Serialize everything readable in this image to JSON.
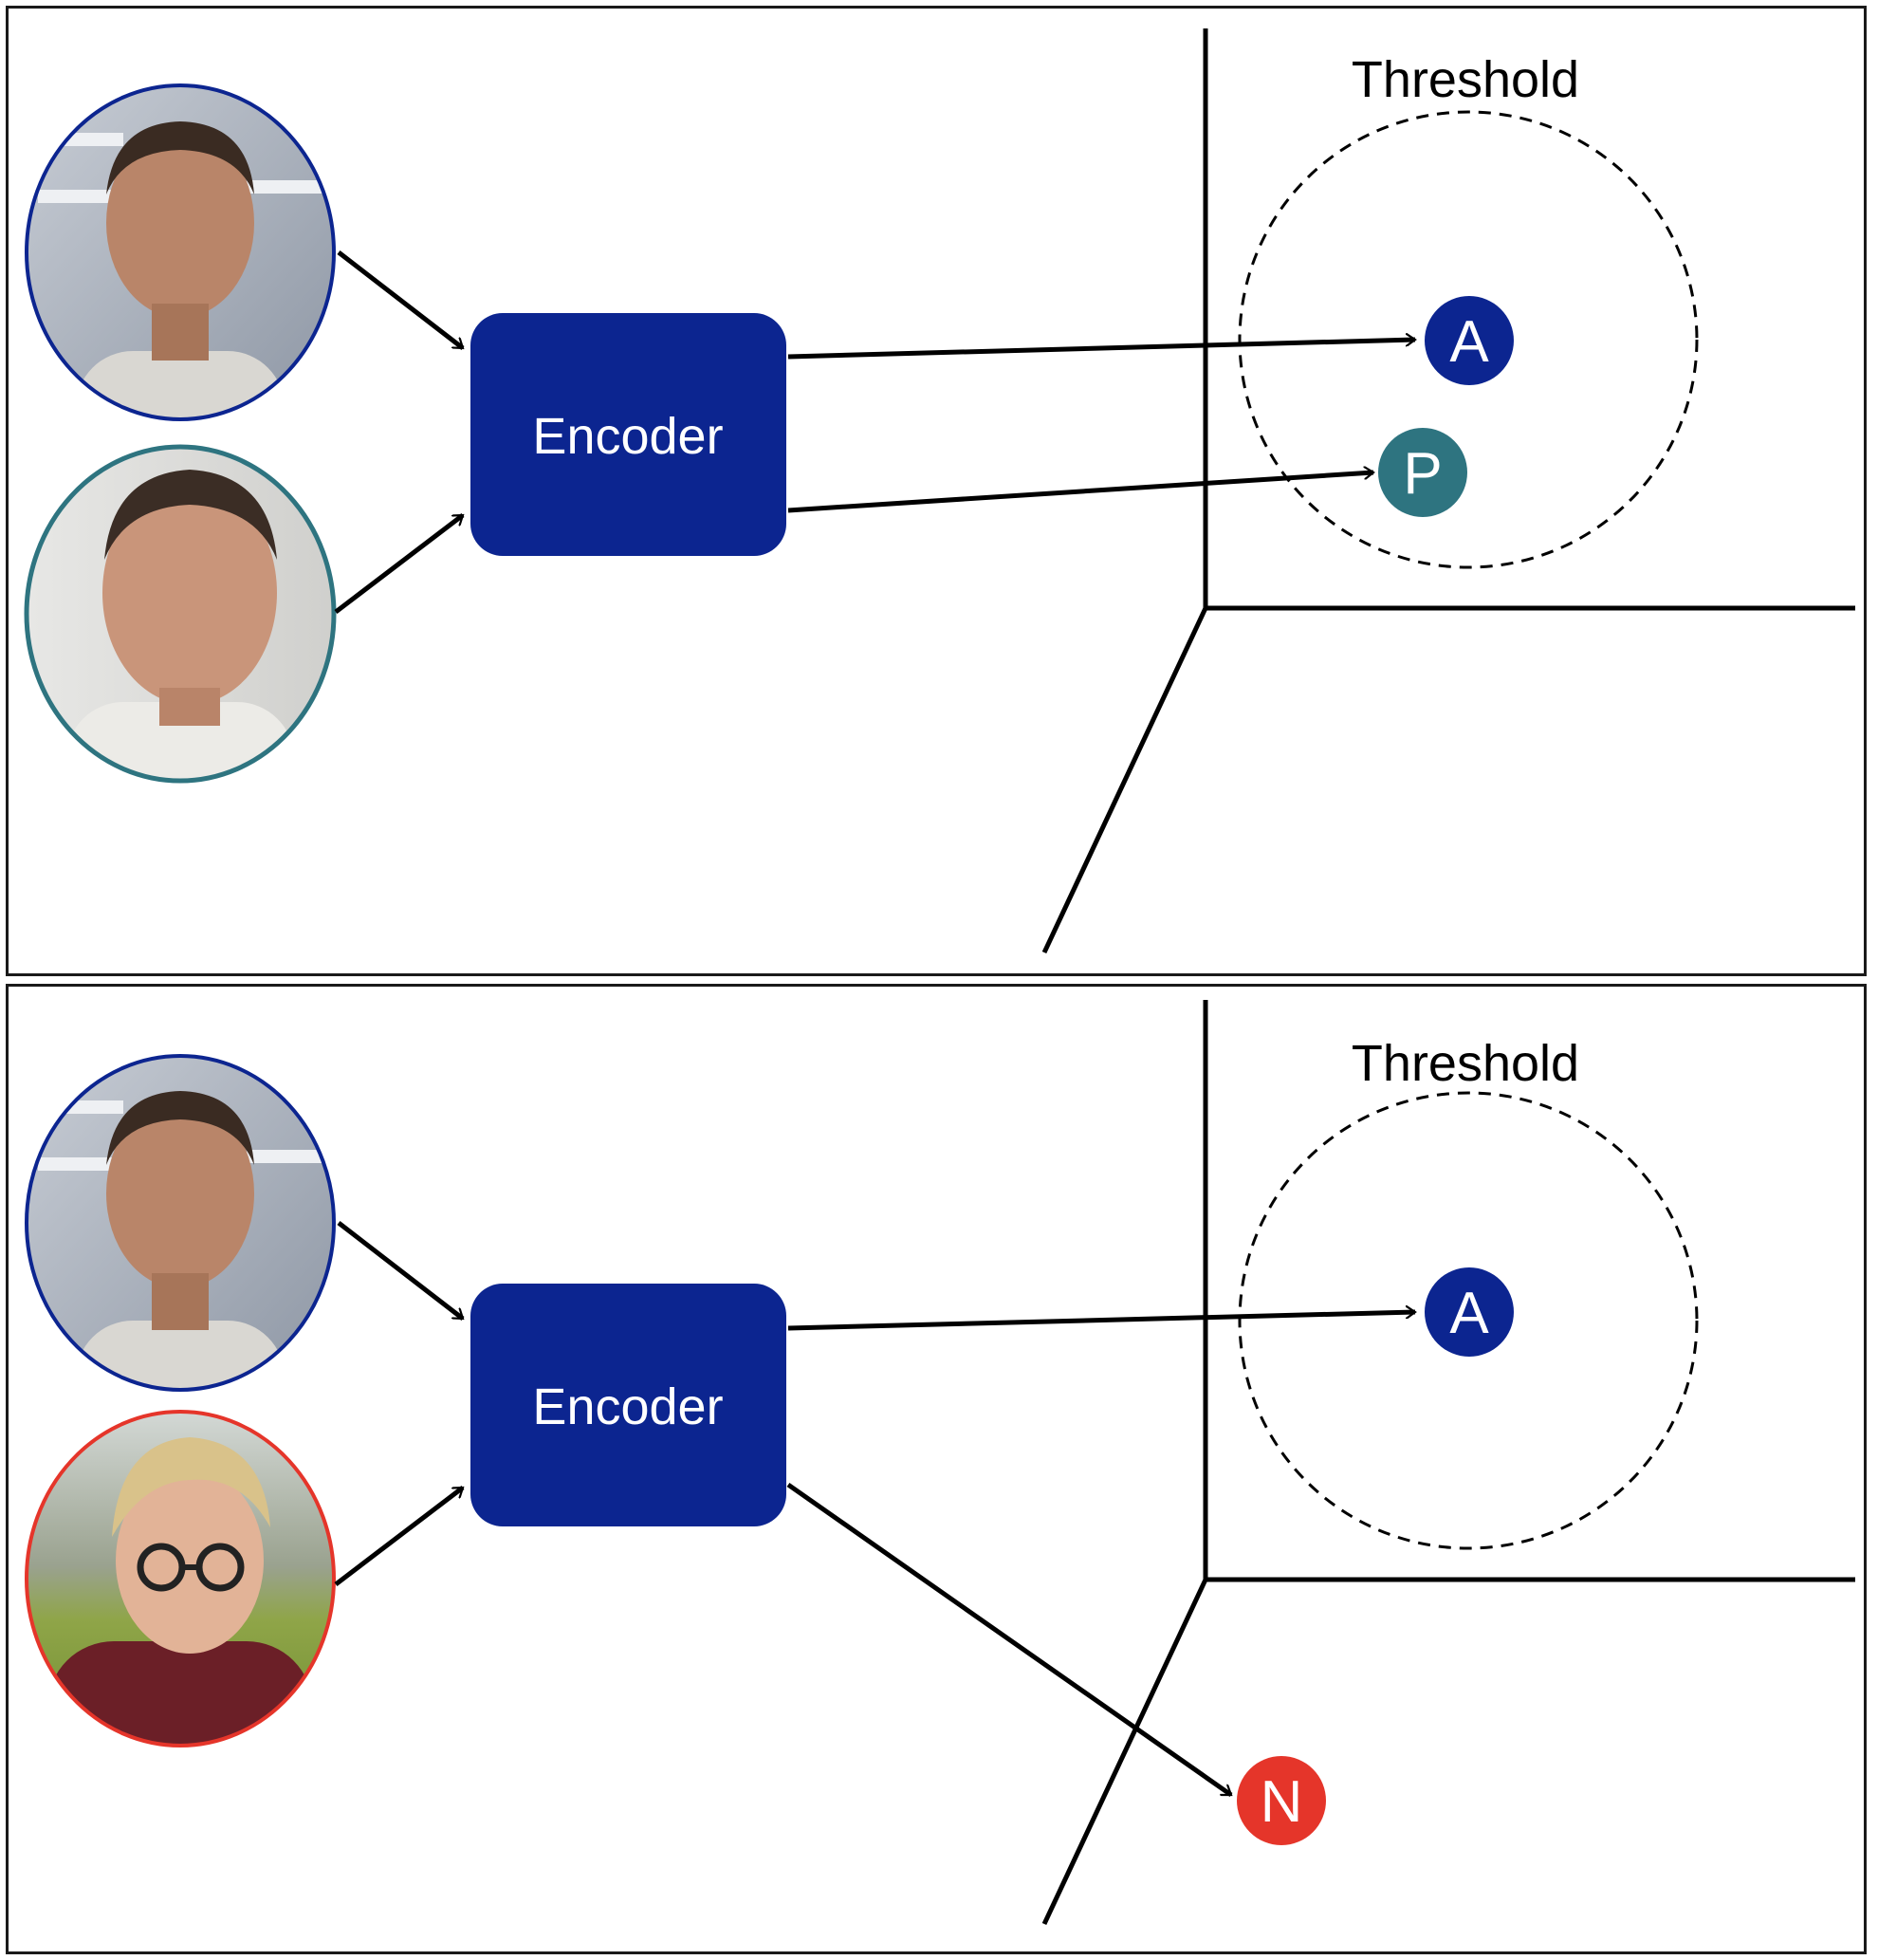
{
  "colors": {
    "encoder": "#0c2590",
    "anchor": "#0c2590",
    "positive": "#2e7480",
    "negative": "#e5352a",
    "line": "#000000"
  },
  "panels": [
    {
      "id": "positive-pair",
      "encoder_label": "Encoder",
      "threshold_label": "Threshold",
      "inputs": [
        {
          "role": "anchor",
          "border": "#0c2590",
          "icon": "face-photo-anchor"
        },
        {
          "role": "positive",
          "border": "#2e7480",
          "icon": "face-photo-positive"
        }
      ],
      "points": [
        {
          "label": "A",
          "role": "anchor"
        },
        {
          "label": "P",
          "role": "positive"
        }
      ]
    },
    {
      "id": "negative-pair",
      "encoder_label": "Encoder",
      "threshold_label": "Threshold",
      "inputs": [
        {
          "role": "anchor",
          "border": "#0c2590",
          "icon": "face-photo-anchor"
        },
        {
          "role": "negative",
          "border": "#e5352a",
          "icon": "face-photo-negative"
        }
      ],
      "points": [
        {
          "label": "A",
          "role": "anchor"
        },
        {
          "label": "N",
          "role": "negative"
        }
      ]
    }
  ]
}
